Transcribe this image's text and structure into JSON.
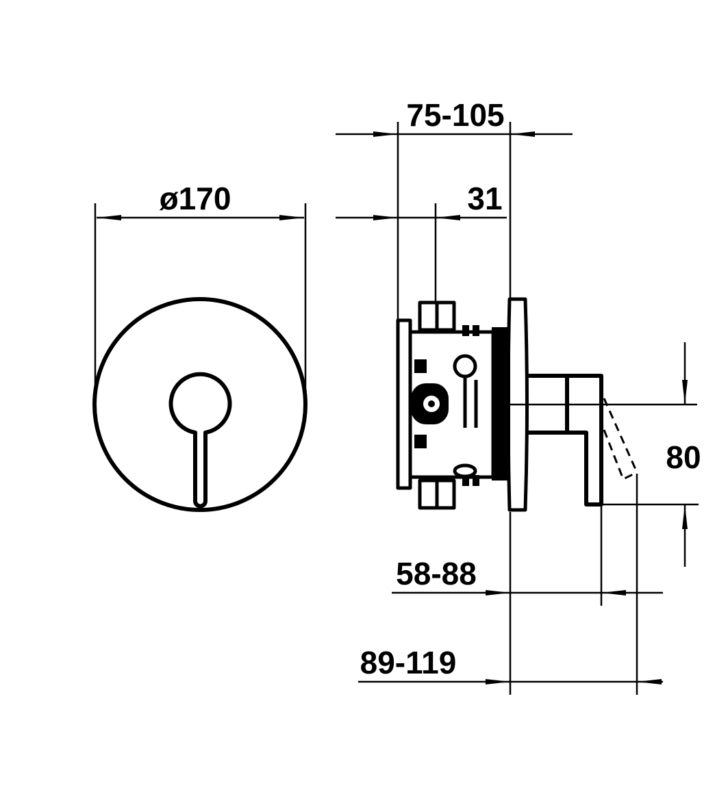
{
  "drawing": {
    "front_view": {
      "diameter_label": "ø170"
    },
    "side_view": {
      "installation_depth_label": "75-105",
      "offset_label": "31",
      "handle_height_label": "80",
      "handle_projection_label": "58-88",
      "handle_projection_max_label": "89-119"
    }
  },
  "colors": {
    "line": "#000000",
    "background": "#ffffff"
  }
}
